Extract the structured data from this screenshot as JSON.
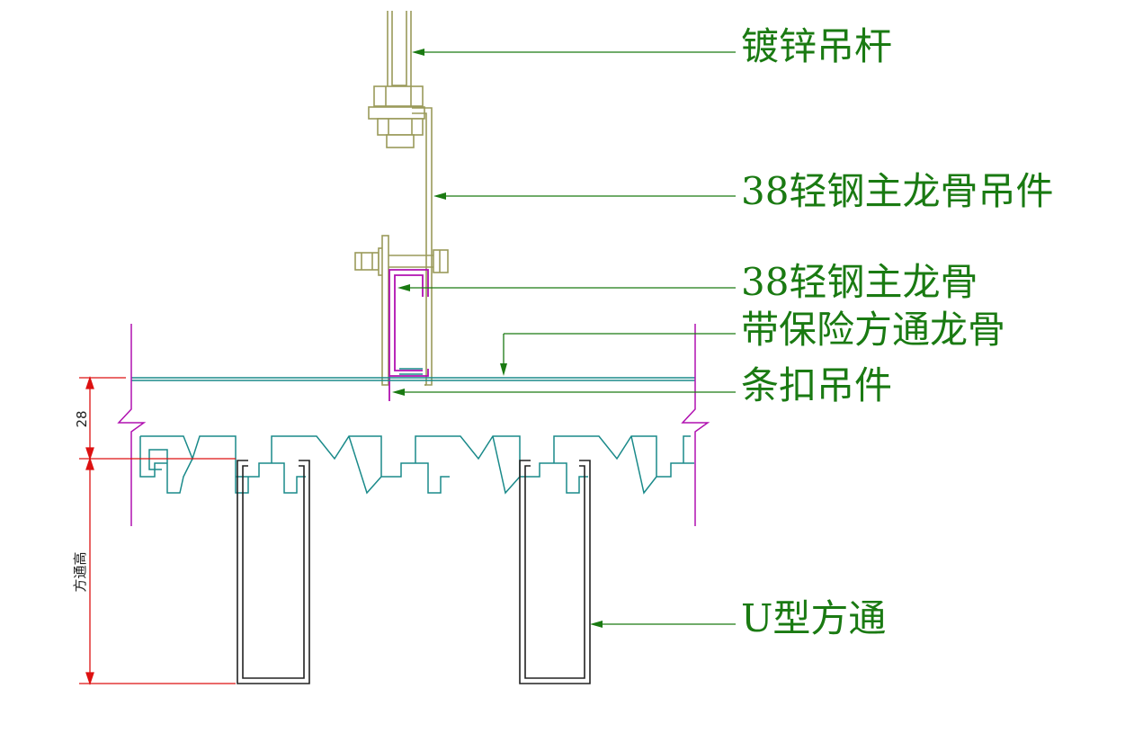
{
  "labels": {
    "hanger_rod": "镀锌吊杆",
    "main_runner_hanger": "38轻钢主龙骨吊件",
    "main_runner": "38轻钢主龙骨",
    "carrier": "带保险方通龙骨",
    "clip_hanger": "条扣吊件",
    "u_tube": "U型方通"
  },
  "dimensions": {
    "top_value": "28",
    "tube_height_label": "方通高"
  },
  "colors": {
    "callout_text": "#1a7a12",
    "leader": "#1a7a12",
    "steel": "#9a9a5a",
    "magenta": "#b010b0",
    "teal": "#1a8a8a",
    "dim": "#dd1111",
    "tube": "#222222"
  }
}
